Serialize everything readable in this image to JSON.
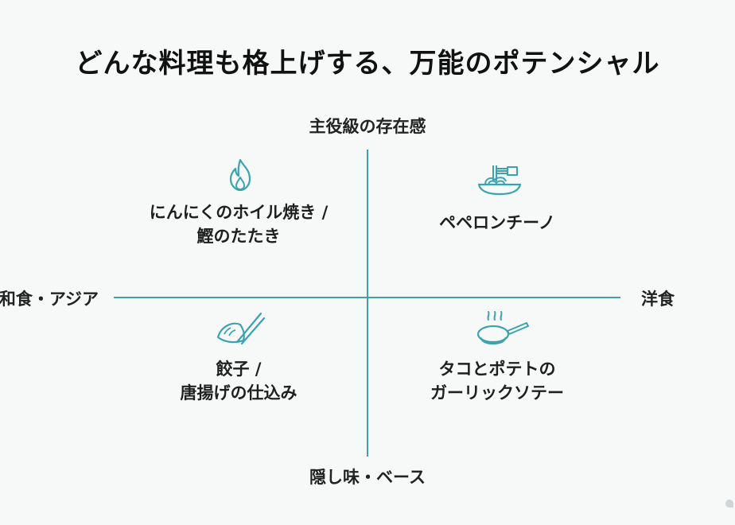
{
  "title": "どんな料理も格上げする、万能のポテンシャル",
  "axes": {
    "top": "主役級の存在感",
    "bottom": "隠し味・ベース",
    "left": "和食・アジア",
    "right": "洋食"
  },
  "quadrants": {
    "top_left": {
      "icon": "flame-icon",
      "lines": [
        "にんにくのホイル焼き /",
        "鰹のたたき"
      ]
    },
    "top_right": {
      "icon": "pasta-fork-icon",
      "lines": [
        "ペペロンチーノ"
      ]
    },
    "bottom_left": {
      "icon": "dumpling-chopsticks-icon",
      "lines": [
        "餃子 /",
        "唐揚げの仕込み"
      ]
    },
    "bottom_right": {
      "icon": "frying-pan-icon",
      "lines": [
        "タコとポテトの",
        "ガーリックソテー"
      ]
    }
  },
  "colors": {
    "axis": "#3aa3ae",
    "icon": "#3aa3ae",
    "background": "#f7f9f9"
  }
}
